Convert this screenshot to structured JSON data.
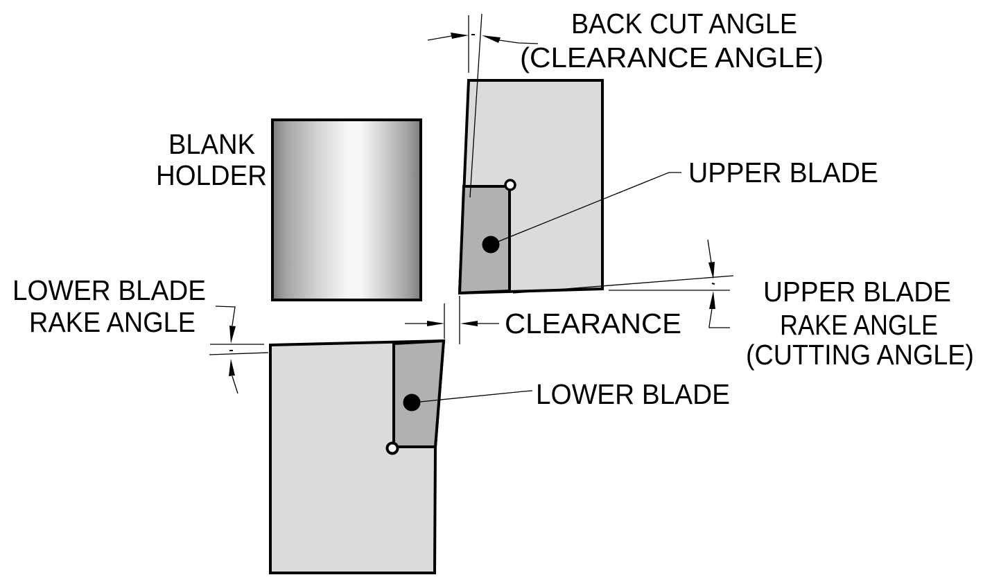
{
  "diagram": {
    "labels": {
      "back_cut_angle_line1": "BACK CUT ANGLE",
      "back_cut_angle_line2": "(CLEARANCE ANGLE)",
      "blank_holder_line1": "BLANK",
      "blank_holder_line2": "HOLDER",
      "lower_rake_line1": "LOWER BLADE",
      "lower_rake_line2": "RAKE ANGLE",
      "clearance": "CLEARANCE",
      "upper_blade": "UPPER BLADE",
      "upper_rake_line1": "UPPER BLADE",
      "upper_rake_line2": "RAKE ANGLE",
      "upper_rake_line3": "(CUTTING ANGLE)",
      "lower_blade": "LOWER BLADE"
    },
    "colors": {
      "background": "#ffffff",
      "line": "#000000",
      "holder-block": "#dbdbdb",
      "blade-insert": "#b1b1b1",
      "metal-edge": "#7d7d7d",
      "metal-mid": "#a6a6a6",
      "metal-light": "#d2d2d2",
      "metal-highlight": "#f6f6f6"
    }
  }
}
